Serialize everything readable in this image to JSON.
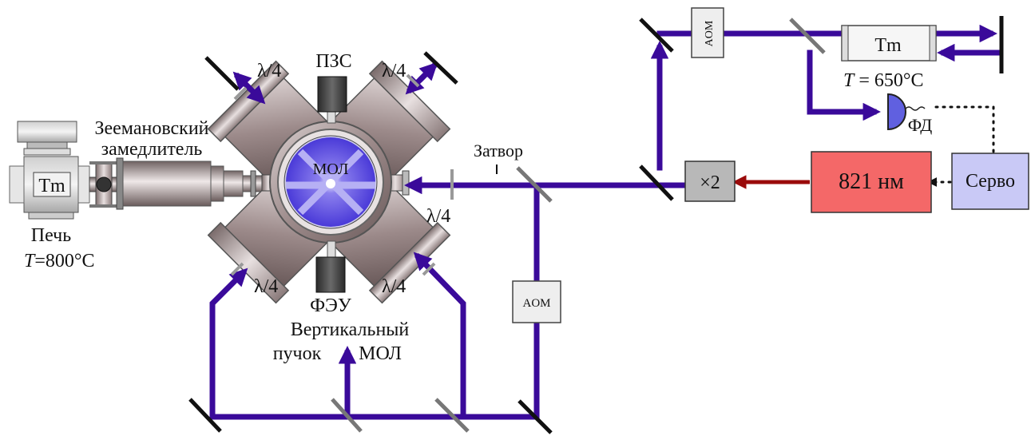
{
  "labels": {
    "zeeman_line1": "Зеемановский",
    "zeeman_line2": "замедлитель",
    "oven_tm": "Tm",
    "oven_name": "Печь",
    "oven_temp_T": "T",
    "oven_temp_val": "=800°C",
    "ccd": "ПЗС",
    "pmt": "ФЭУ",
    "mot": "МОЛ",
    "shutter": "Затвор",
    "qwp_top_left": "λ/4",
    "qwp_top_right": "λ/4",
    "qwp_right": "λ/4",
    "qwp_bottom_left": "λ/4",
    "qwp_bottom_right": "λ/4",
    "vertical_line1": "Вертикальный",
    "vertical_line2": "пучок",
    "vertical_mot": "МОЛ",
    "aom_top": "AOM",
    "aom_bottom": "AOM",
    "cell_tm": "Tm",
    "cell_temp_T": "T",
    "cell_temp_val": " = 650°C",
    "photodiode": "ФД",
    "doubler": "×2",
    "laser": "821 нм",
    "servo": "Серво"
  },
  "colors": {
    "beam": "#3a0a9a",
    "laser_box": "#f46868",
    "servo_box": "#c9c9f6",
    "laser_beam": "#9a0a0a",
    "aom_box": "#eeeeee",
    "doubler_box": "#b8b8b8",
    "mot_cloud": "#4a3ad8"
  }
}
